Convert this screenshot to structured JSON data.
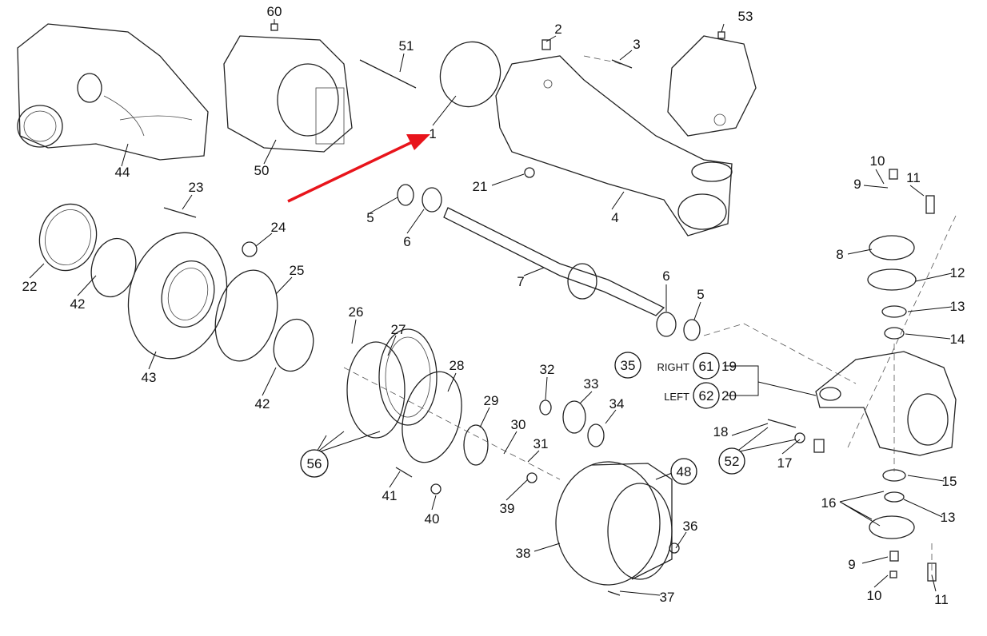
{
  "diagram": {
    "callouts": {
      "p60": "60",
      "p53": "53",
      "p2": "2",
      "p3": "3",
      "p51": "51",
      "p1": "1",
      "p44": "44",
      "p50": "50",
      "p21": "21",
      "p23": "23",
      "p10a": "10",
      "p9a": "9",
      "p11a": "11",
      "p4": "4",
      "p5a": "5",
      "p6a": "6",
      "p24": "24",
      "p25": "25",
      "p8": "8",
      "p12": "12",
      "p22": "22",
      "p42a": "42",
      "p7": "7",
      "p6b": "6",
      "p5b": "5",
      "p13a": "13",
      "p26": "26",
      "p27": "27",
      "p14": "14",
      "p43": "43",
      "p42b": "42",
      "p28": "28",
      "p32": "32",
      "p33": "33",
      "p35": "35",
      "p34": "34",
      "p61": "61",
      "p19": "19",
      "p62": "62",
      "p20": "20",
      "p29": "29",
      "p30": "30",
      "p31": "31",
      "p56": "56",
      "p18": "18",
      "p52": "52",
      "p17": "17",
      "p48": "48",
      "p15": "15",
      "p16": "16",
      "p13b": "13",
      "p41": "41",
      "p40": "40",
      "p39": "39",
      "p36": "36",
      "p38": "38",
      "p9b": "9",
      "p37": "37",
      "p10b": "10",
      "p11b": "11"
    },
    "side_labels": {
      "right": "RIGHT",
      "left": "LEFT"
    },
    "highlight_arrow_color": "#e8141b"
  }
}
